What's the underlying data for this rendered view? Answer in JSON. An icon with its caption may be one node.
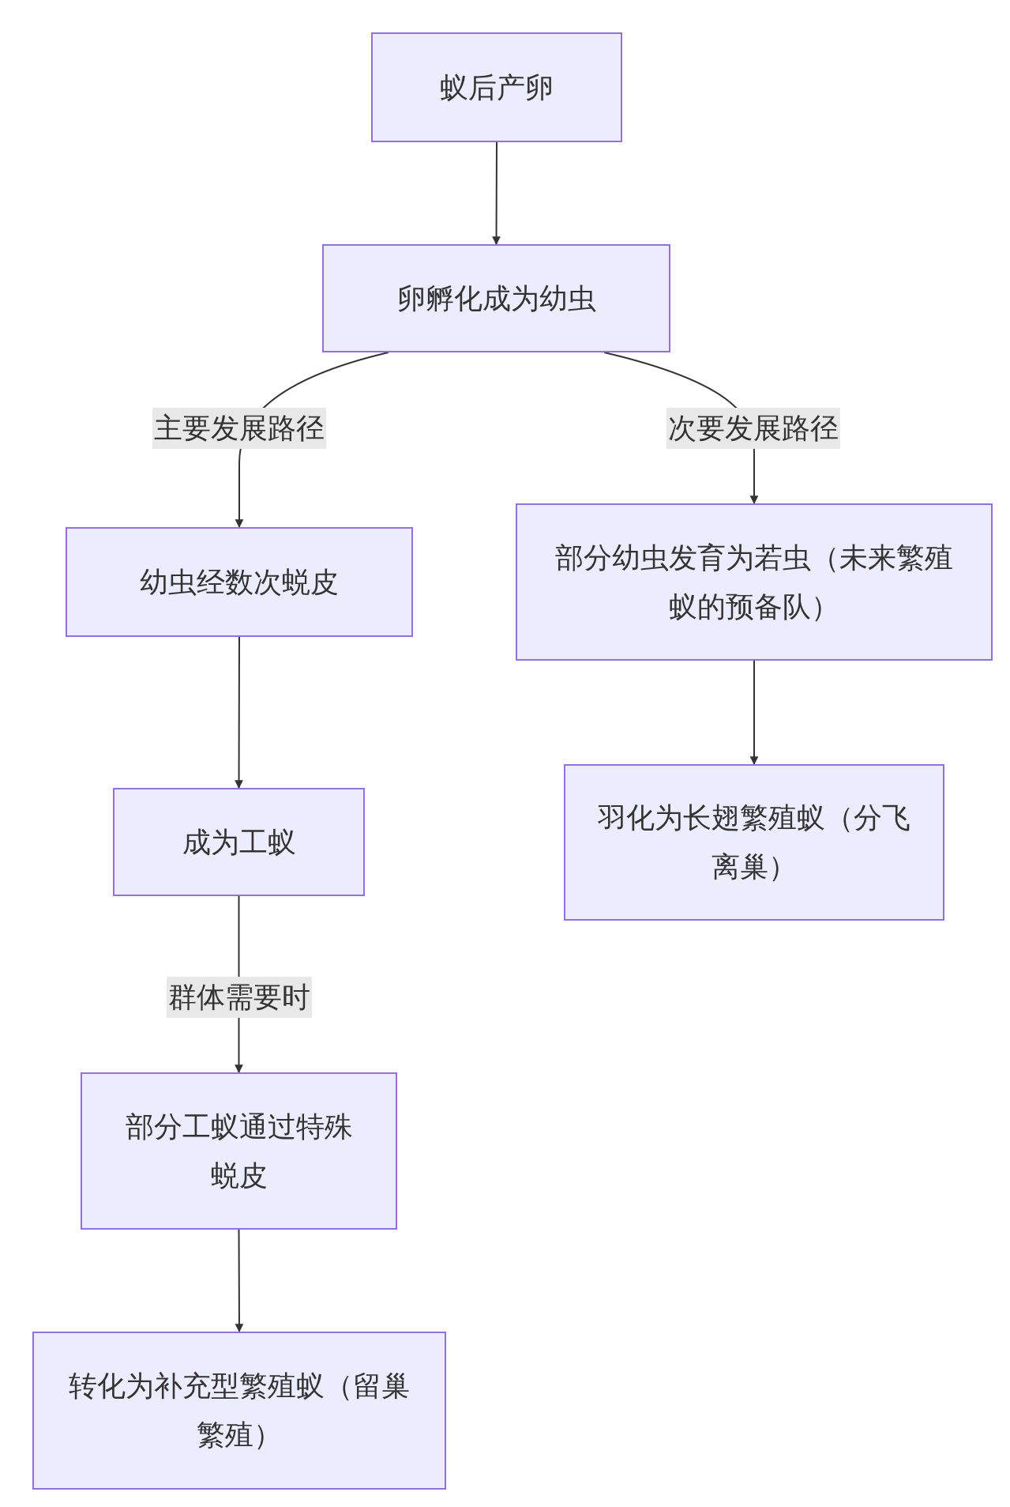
{
  "diagram": {
    "nodes": [
      {
        "text": [
          "蚁后产卵"
        ]
      },
      {
        "text": [
          "卵孵化成为幼虫"
        ]
      },
      {
        "text": [
          "幼虫经数次蜕皮"
        ]
      },
      {
        "text": [
          "部分幼虫发育为若虫（未来繁殖蚁的预备队）"
        ]
      },
      {
        "text": [
          "成为工蚁"
        ]
      },
      {
        "text": [
          "羽化为长翅繁殖蚁（分飞离巢）"
        ]
      },
      {
        "text": [
          "部分工蚁通过特殊蜕皮"
        ]
      },
      {
        "text": [
          "转化为补充型繁殖蚁（留巢繁殖）"
        ]
      }
    ],
    "edges": [
      {
        "from": 0,
        "to": 1,
        "arrow": "to"
      },
      {
        "from": 1,
        "to": 2,
        "arrow": "to",
        "label": "主要发展路径"
      },
      {
        "from": 1,
        "to": 3,
        "arrow": "to",
        "label": "次要发展路径"
      },
      {
        "from": 2,
        "to": 4,
        "arrow": "to"
      },
      {
        "from": 4,
        "to": 6,
        "arrow": "to",
        "label": "群体需要时"
      },
      {
        "from": 3,
        "to": 5,
        "arrow": "to"
      },
      {
        "from": 6,
        "to": 7,
        "arrow": "to"
      }
    ]
  }
}
